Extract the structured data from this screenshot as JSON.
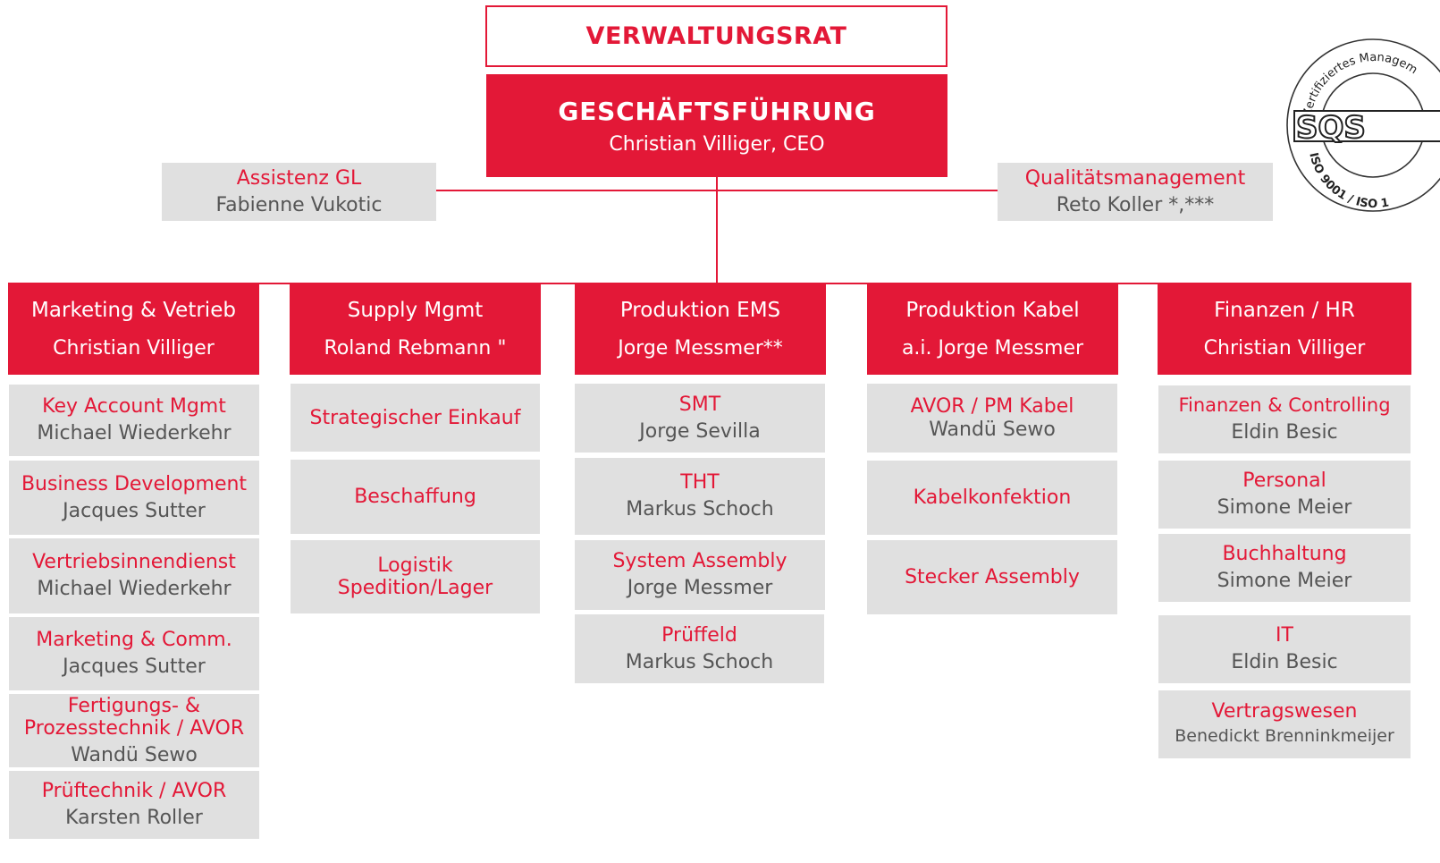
{
  "board": {
    "title": "VERWALTUNGSRAT"
  },
  "management": {
    "title": "GESCHÄFTSFÜHRUNG",
    "name": "Christian Villiger, CEO"
  },
  "staff": {
    "assistance": {
      "title": "Assistenz GL",
      "name": "Fabienne Vukotic"
    },
    "quality": {
      "title": "Qualitätsmanagement",
      "name": "Reto Koller *,***"
    }
  },
  "certification": {
    "seal_text": "Zertifiziertes Managem",
    "logo": "SQS",
    "standard": "ISO 9001 / ISO 1"
  },
  "departments": [
    {
      "title": "Marketing & Vetrieb",
      "name": "Christian Villiger",
      "units": [
        {
          "title": "Key Account Mgmt",
          "name": "Michael Wiederkehr"
        },
        {
          "title": "Business Development",
          "name": "Jacques Sutter"
        },
        {
          "title": "Vertriebsinnendienst",
          "name": "Michael Wiederkehr"
        },
        {
          "title": "Marketing & Comm.",
          "name": "Jacques Sutter"
        },
        {
          "title": "Fertigungs- &",
          "title2": "Prozesstechnik / AVOR",
          "name": "Wandü Sewo"
        },
        {
          "title": "Prüftechnik / AVOR",
          "name": "Karsten Roller"
        }
      ]
    },
    {
      "title": "Supply Mgmt",
      "name": "Roland Rebmann \"",
      "units": [
        {
          "title": "Strategischer Einkauf"
        },
        {
          "title": "Beschaffung"
        },
        {
          "title": "Logistik",
          "title2": "Spedition/Lager"
        }
      ]
    },
    {
      "title": "Produktion EMS",
      "name": "Jorge Messmer**",
      "units": [
        {
          "title": "SMT",
          "name": "Jorge Sevilla"
        },
        {
          "title": "THT",
          "name": "Markus Schoch"
        },
        {
          "title": "System Assembly",
          "name": "Jorge Messmer"
        },
        {
          "title": "Prüffeld",
          "name": "Markus Schoch"
        }
      ]
    },
    {
      "title": "Produktion Kabel",
      "name": "a.i. Jorge Messmer",
      "units": [
        {
          "title": "AVOR / PM Kabel",
          "name": "Wandü Sewo"
        },
        {
          "title": "Kabelkonfektion"
        },
        {
          "title": "Stecker Assembly"
        }
      ]
    },
    {
      "title": "Finanzen / HR",
      "name": "Christian Villiger",
      "units": [
        {
          "title": "Finanzen & Controlling",
          "name": "Eldin Besic"
        },
        {
          "title": "Personal",
          "name": "Simone Meier"
        },
        {
          "title": "Buchhaltung",
          "name": "Simone Meier"
        },
        {
          "title": "IT",
          "name": "Eldin Besic"
        },
        {
          "title": "Vertragswesen",
          "name": "Benedickt Brenninkmeijer"
        }
      ]
    }
  ],
  "colors": {
    "accent": "#e31837",
    "box": "#e0e0e0",
    "name_text": "#555555"
  }
}
